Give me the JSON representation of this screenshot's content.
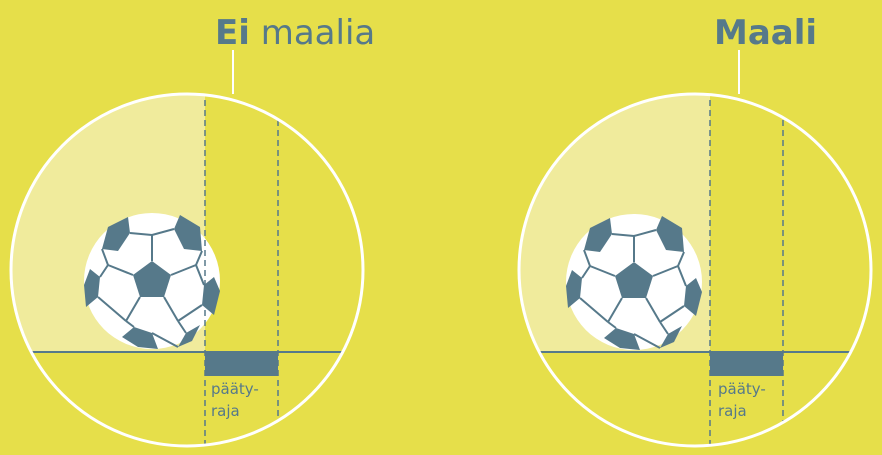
{
  "colors": {
    "background": "#e6df4a",
    "shade": "#f0eb9c",
    "ink": "#56798a",
    "line": "#ffffff",
    "ball_white": "#ffffff"
  },
  "panels": [
    {
      "title_bold": "Ei",
      "title_rest": "maalia",
      "line_label_1": "pääty-",
      "line_label_2": "raja",
      "outcome": "ball touches end line"
    },
    {
      "title_bold": "Maali",
      "title_rest": "",
      "line_label_1": "pääty-",
      "line_label_2": "raja",
      "outcome": "ball fully over end line"
    }
  ]
}
